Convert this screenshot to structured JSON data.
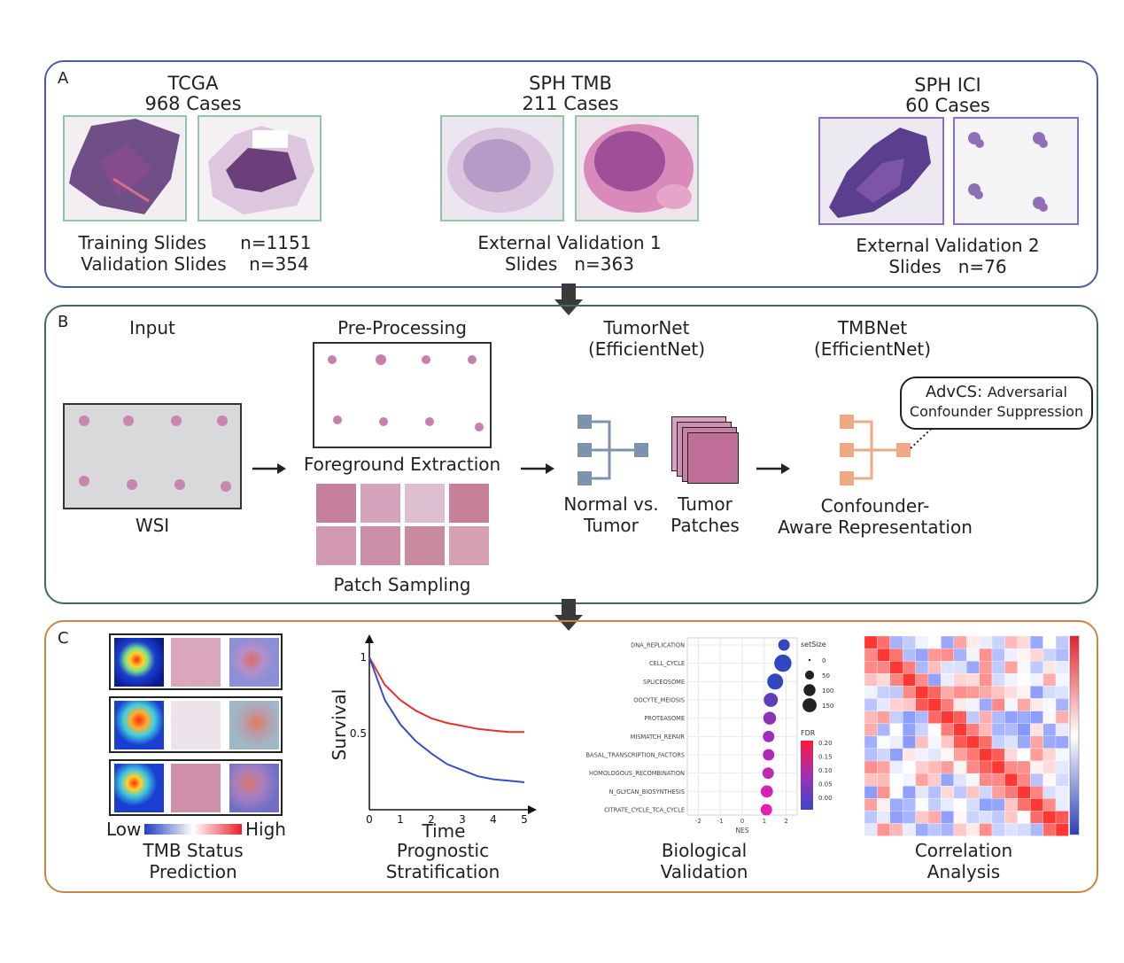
{
  "panel_a": {
    "label": "A",
    "groups": [
      {
        "title": "TCGA",
        "cases": "968 Cases",
        "line1": "Training Slides      n=1151",
        "line2": "Validation Slides    n=354"
      },
      {
        "title": "SPH TMB",
        "cases": "211 Cases",
        "line1": "External Validation 1",
        "line2": "Slides   n=363"
      },
      {
        "title": "SPH ICI",
        "cases": "60 Cases",
        "line1": "External Validation 2",
        "line2": "Slides   n=76"
      }
    ]
  },
  "panel_b": {
    "label": "B",
    "input": "Input",
    "wsi": "WSI",
    "preprocessing": "Pre-Processing",
    "foreground": "Foreground Extraction",
    "patch_sampling": "Patch Sampling",
    "tumornet_1": "TumorNet",
    "tumornet_2": "(EfficientNet)",
    "tmbnet_1": "TMBNet",
    "tmbnet_2": "(EfficientNet)",
    "advcs_bold": "AdvCS:",
    "advcs_rest": "Adversarial",
    "advcs_2": "Confounder Suppression",
    "normal_1": "Normal vs.",
    "normal_2": "Tumor",
    "patches_1": "Tumor",
    "patches_2": "Patches",
    "conf_1": "Confounder-",
    "conf_2": "Aware Representation"
  },
  "panel_c": {
    "label": "C",
    "colorbar_low": "Low",
    "colorbar_high": "High",
    "tmb_1": "TMB Status",
    "tmb_2": "Prediction",
    "prog_1": "Prognostic",
    "prog_2": "Stratification",
    "bio_1": "Biological",
    "bio_2": "Validation",
    "corr_1": "Correlation",
    "corr_2": "Analysis"
  },
  "chart_data": [
    {
      "type": "line",
      "xlabel": "Time",
      "ylabel": "Survival",
      "xticks": [
        0,
        1,
        2,
        3,
        4,
        5
      ],
      "yticks": [
        0,
        0.5,
        1
      ],
      "xlim": [
        0,
        5
      ],
      "ylim": [
        0,
        1
      ],
      "series": [
        {
          "color": "#e8302f",
          "x": [
            0,
            0.5,
            1,
            1.5,
            2,
            2.5,
            3,
            3.5,
            4,
            4.5,
            5
          ],
          "y": [
            1.0,
            0.82,
            0.72,
            0.65,
            0.6,
            0.57,
            0.55,
            0.53,
            0.52,
            0.51,
            0.51
          ]
        },
        {
          "color": "#3a4fbf",
          "x": [
            0,
            0.5,
            1,
            1.5,
            2,
            2.5,
            3,
            3.5,
            4,
            4.5,
            5
          ],
          "y": [
            1.0,
            0.72,
            0.56,
            0.45,
            0.37,
            0.3,
            0.26,
            0.22,
            0.2,
            0.19,
            0.18
          ]
        }
      ]
    },
    {
      "type": "scatter",
      "categories": [
        "DNA_REPLICATION",
        "CELL_CYCLE",
        "SPLICEOSOME",
        "OOCYTE_MEIOSIS",
        "PROTEASOME",
        "MISMATCH_REPAIR",
        "BASAL_TRANSCRIPTION_FACTORS",
        "HOMOLOGOUS_RECOMBINATION",
        "N_GLYCAN_BIOSYNTHESIS",
        "CITRATE_CYCLE_TCA_CYCLE"
      ],
      "nes": [
        1.9,
        1.85,
        1.5,
        1.3,
        1.25,
        1.2,
        1.2,
        1.18,
        1.12,
        1.1
      ],
      "setsize": [
        40,
        150,
        120,
        80,
        60,
        40,
        40,
        40,
        50,
        40
      ],
      "fdr": [
        0.0,
        0.0,
        0.0,
        0.05,
        0.1,
        0.12,
        0.14,
        0.16,
        0.18,
        0.2
      ],
      "xlabel": "NES",
      "xticks": [
        -2,
        -1,
        0,
        1,
        2
      ],
      "size_legend_title": "setSize",
      "size_legend": [
        0,
        50,
        100,
        150
      ],
      "color_legend_title": "FDR",
      "color_legend": [
        "0.20",
        "0.15",
        "0.10",
        "0.05",
        "0.00"
      ]
    },
    {
      "type": "heatmap",
      "rows": 16,
      "cols": 16
    }
  ]
}
